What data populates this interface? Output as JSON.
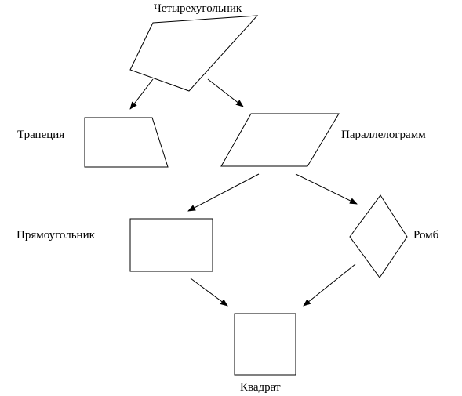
{
  "diagram": {
    "colors": {
      "stroke": "#000000",
      "background": "#ffffff"
    },
    "nodes": {
      "quadrilateral": {
        "label": "Четырехугольник"
      },
      "trapezoid": {
        "label": "Трапеция"
      },
      "parallelogram": {
        "label": "Параллелограмм"
      },
      "rectangle": {
        "label": "Прямоугольник"
      },
      "rhombus": {
        "label": "Ромб"
      },
      "square": {
        "label": "Квадрат"
      }
    },
    "edges": [
      {
        "from": "quadrilateral",
        "to": "trapezoid"
      },
      {
        "from": "quadrilateral",
        "to": "parallelogram"
      },
      {
        "from": "parallelogram",
        "to": "rectangle"
      },
      {
        "from": "parallelogram",
        "to": "rhombus"
      },
      {
        "from": "rectangle",
        "to": "square"
      },
      {
        "from": "rhombus",
        "to": "square"
      }
    ]
  }
}
